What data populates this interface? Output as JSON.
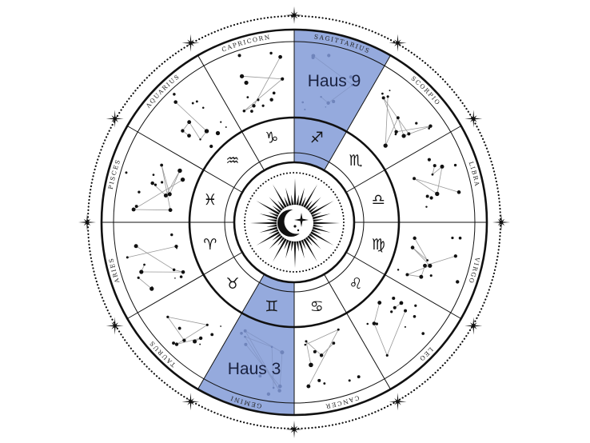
{
  "colors": {
    "highlight": "#95aadd",
    "ink": "#111111",
    "background": "#ffffff"
  },
  "signs": [
    {
      "name": "LIBRA",
      "symbol": "♎",
      "icon": "libra-icon",
      "highlight": false
    },
    {
      "name": "SCORPIO",
      "symbol": "♏",
      "icon": "scorpio-icon",
      "highlight": false
    },
    {
      "name": "SAGITTARIUS",
      "symbol": "♐",
      "icon": "sagittarius-icon",
      "highlight": true
    },
    {
      "name": "CAPRICORN",
      "symbol": "♑",
      "icon": "capricorn-icon",
      "highlight": false
    },
    {
      "name": "AQUARIUS",
      "symbol": "♒",
      "icon": "aquarius-icon",
      "highlight": false
    },
    {
      "name": "PISCES",
      "symbol": "♓",
      "icon": "pisces-icon",
      "highlight": false
    },
    {
      "name": "ARIES",
      "symbol": "♈",
      "icon": "aries-icon",
      "highlight": false
    },
    {
      "name": "TAURUS",
      "symbol": "♉",
      "icon": "taurus-icon",
      "highlight": false
    },
    {
      "name": "GEMINI",
      "symbol": "♊",
      "icon": "gemini-icon",
      "highlight": true
    },
    {
      "name": "CANCER",
      "symbol": "♋",
      "icon": "cancer-icon",
      "highlight": false
    },
    {
      "name": "LEO",
      "symbol": "♌",
      "icon": "leo-icon",
      "highlight": false
    },
    {
      "name": "VIRGO",
      "symbol": "♍",
      "icon": "virgo-icon",
      "highlight": false
    }
  ],
  "houses": {
    "house9": "Haus 9",
    "house3": "Haus 3"
  },
  "center": {
    "icon": "sun-moon-star-icon"
  }
}
